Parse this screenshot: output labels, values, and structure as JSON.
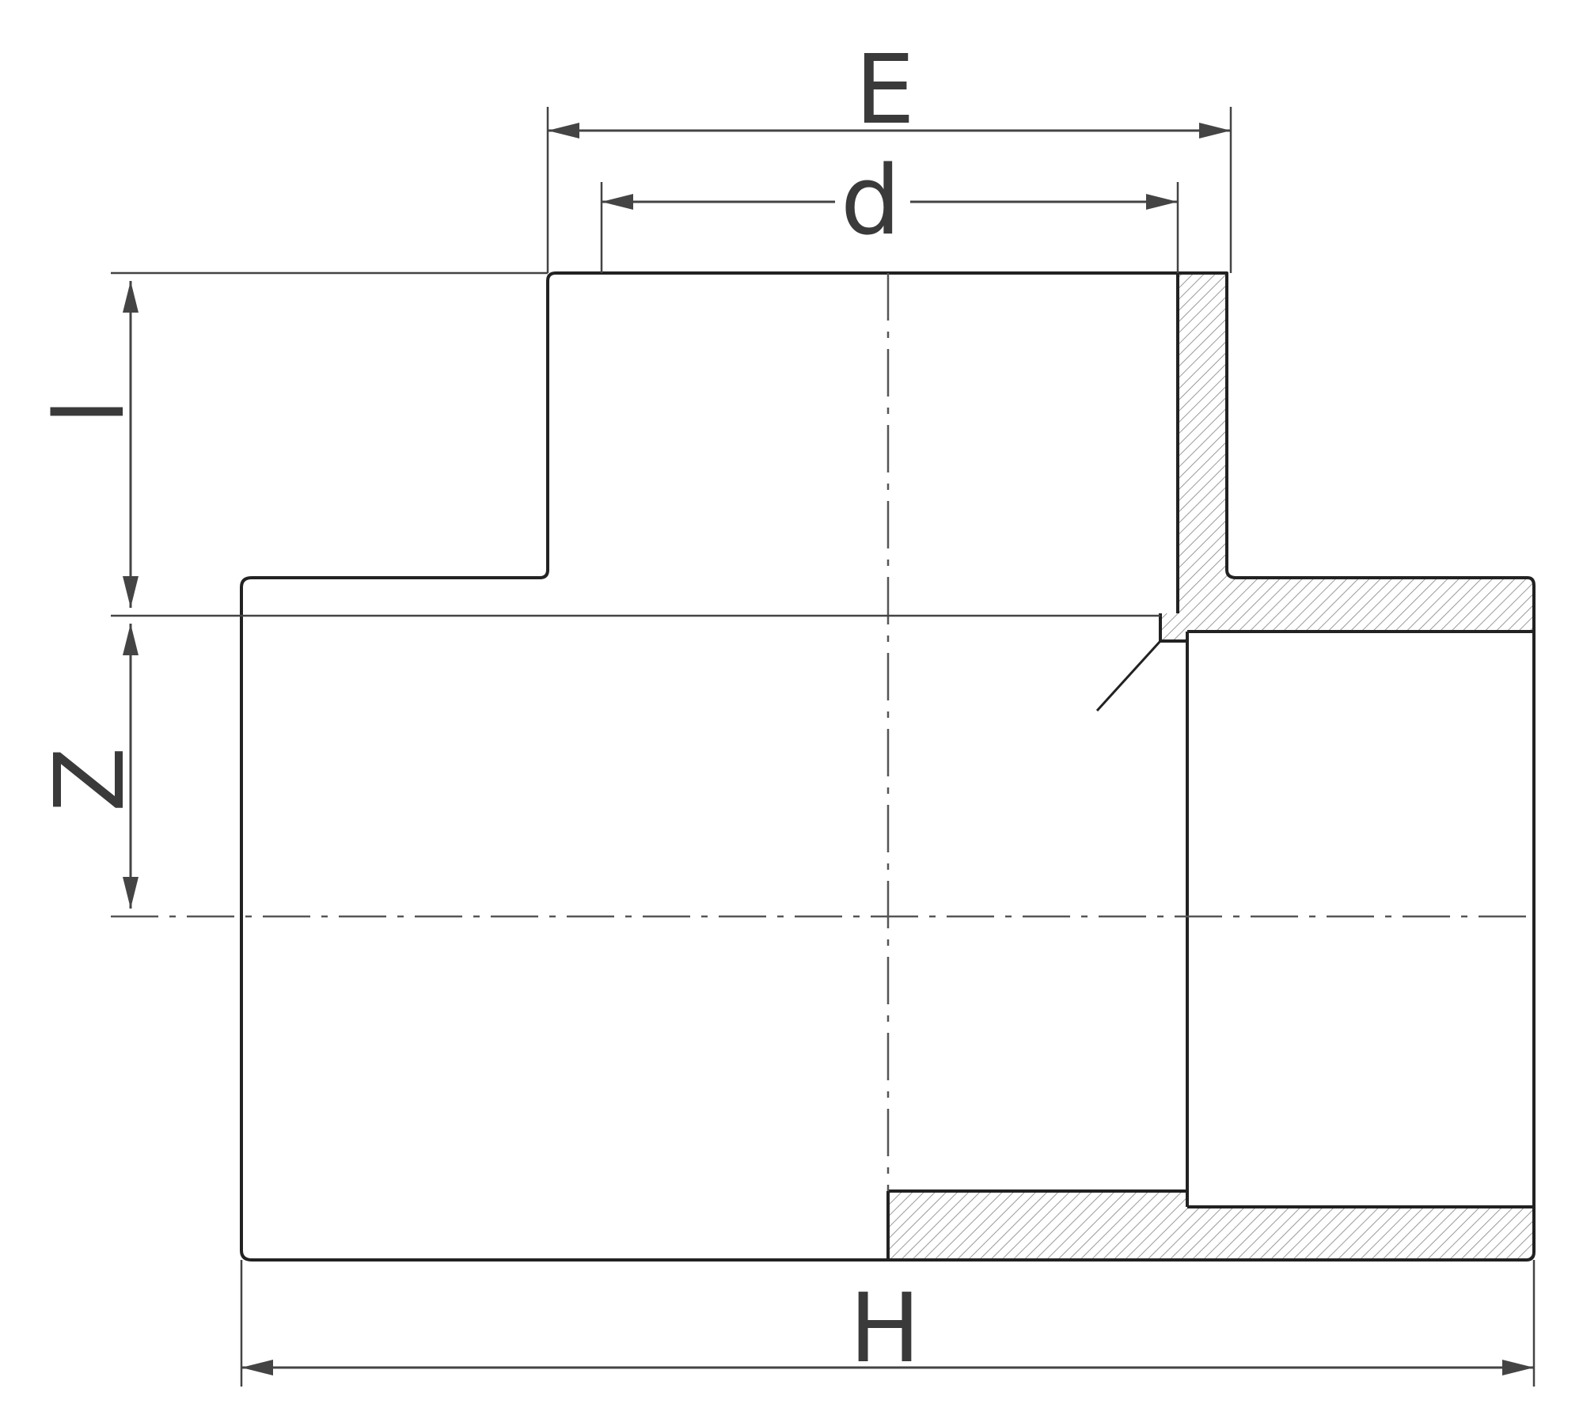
{
  "labels": {
    "E": "E",
    "d": "d",
    "l": "l",
    "Z": "Z",
    "H": "H"
  },
  "colors": {
    "line": "#222222",
    "dim": "#444444",
    "hatch": "#9a9a9a",
    "label": "#3a3a3a"
  }
}
